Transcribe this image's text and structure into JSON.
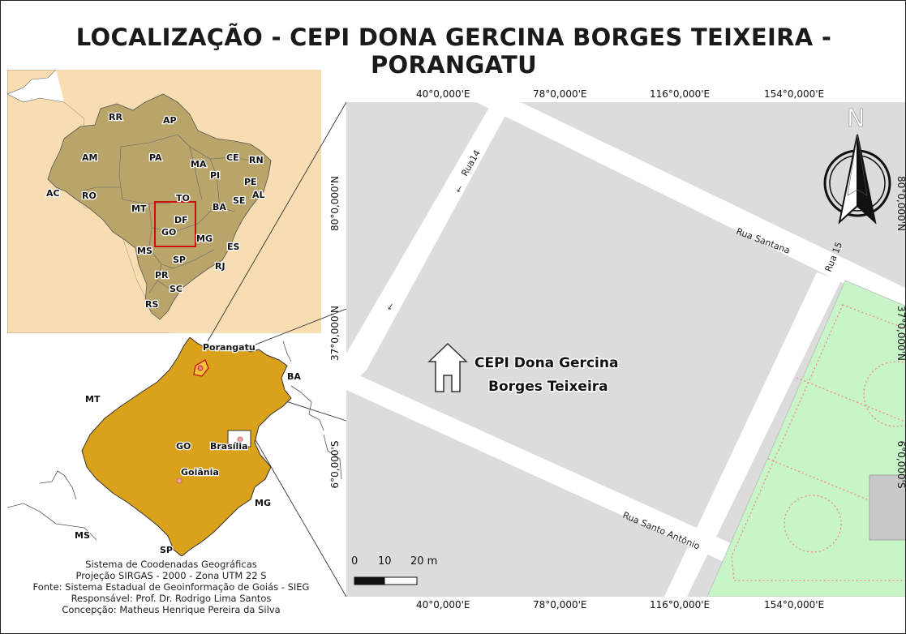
{
  "title": "LOCALIZAÇÃO - CEPI DONA GERCINA BORGES TEIXEIRA - PORANGATU",
  "brazil_inset": {
    "state_labels": [
      "RR",
      "AP",
      "AM",
      "PA",
      "MA",
      "CE",
      "RN",
      "PI",
      "PE",
      "AL",
      "SE",
      "AC",
      "RO",
      "MT",
      "TO",
      "BA",
      "DF",
      "GO",
      "MG",
      "ES",
      "MS",
      "SP",
      "RJ",
      "PR",
      "SC",
      "RS"
    ],
    "land_color": "#b9a46a",
    "ocean_land_color": "#f7ddb1",
    "highlight_color": "#cc0000"
  },
  "goias_inset": {
    "neighbor_labels": [
      "MT",
      "BA",
      "MG",
      "MS",
      "SP"
    ],
    "state_label": "GO",
    "city_labels": [
      "Porangatu",
      "Brasília",
      "Goiânia"
    ],
    "fill_color": "#d9a21a"
  },
  "main_map": {
    "top_coords": [
      "40°0,000'E",
      "78°0,000'E",
      "116°0,000'E",
      "154°0,000'E"
    ],
    "bottom_coords": [
      "40°0,000'E",
      "78°0,000'E",
      "116°0,000'E",
      "154°0,000'E"
    ],
    "left_coords": [
      "80°0,000'N",
      "37°0,000'N",
      "6°0,000'S"
    ],
    "right_coords": [
      "80°0,000'N",
      "37°0,000'N",
      "6°0,000'S"
    ],
    "streets": [
      "Rua14",
      "Rua Santana",
      "Rua 15",
      "Rua Santo Antônio"
    ],
    "school_label_line1": "CEPI Dona Gercina",
    "school_label_line2": "Borges Teixeira",
    "north_label": "N",
    "field_color": "#c8f5c8"
  },
  "scale_bar": {
    "ticks": [
      "0",
      "10",
      "20 m"
    ]
  },
  "credits": [
    "Sistema de Coodenadas Geográficas",
    "Projeção SIRGAS - 2000 - Zona UTM 22 S",
    "Fonte: Sistema Estadual de Geoinformação de Goiás - SIEG",
    "Responsável: Prof. Dr. Rodrigo Lima Santos",
    "Concepção: Matheus Henrique Pereira da Silva"
  ]
}
